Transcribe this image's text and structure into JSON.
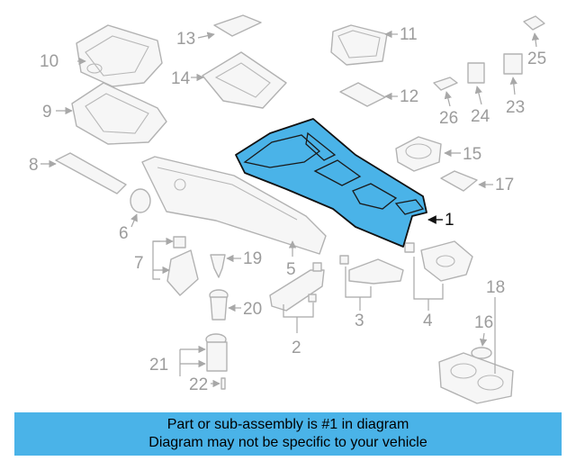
{
  "diagram": {
    "highlight_color": "#4ab3e8",
    "callouts": {
      "c1": "1",
      "c2": "2",
      "c3": "3",
      "c4": "4",
      "c5": "5",
      "c6": "6",
      "c7": "7",
      "c8": "8",
      "c9": "9",
      "c10": "10",
      "c11": "11",
      "c12": "12",
      "c13": "13",
      "c14": "14",
      "c15": "15",
      "c16": "16",
      "c17": "17",
      "c18": "18",
      "c19": "19",
      "c20": "20",
      "c21": "21",
      "c22": "22",
      "c23": "23",
      "c24": "24",
      "c25": "25",
      "c26": "26"
    }
  },
  "banner": {
    "line1": "Part or sub-assembly is #1 in diagram",
    "line2": "Diagram may not be specific to your vehicle"
  }
}
